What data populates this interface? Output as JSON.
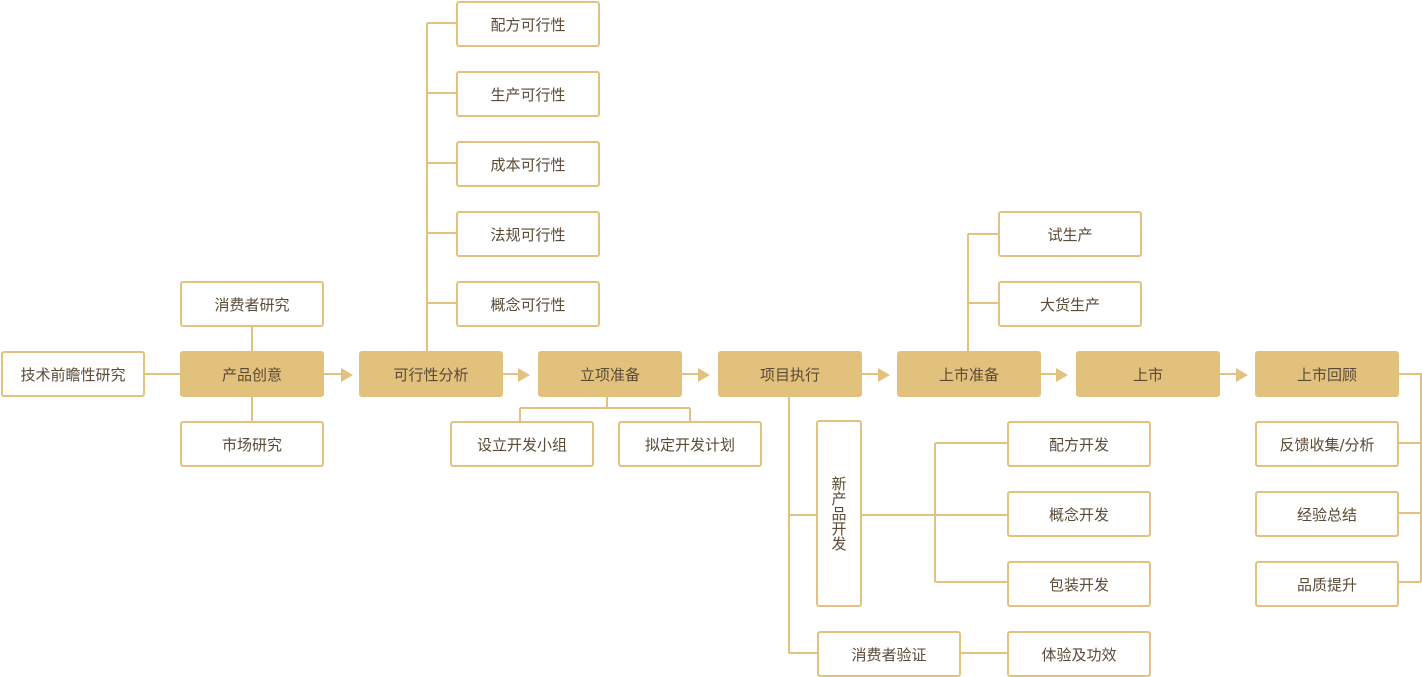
{
  "colors": {
    "line": "#e3c27f",
    "fill": "#e2c17d",
    "text": "#5a4a36"
  },
  "nodes": {
    "tech_research": "技术前瞻性研究",
    "product_idea": "产品创意",
    "consumer_research": "消费者研究",
    "market_research": "市场研究",
    "feasibility": "可行性分析",
    "formula_feas": "配方可行性",
    "production_feas": "生产可行性",
    "cost_feas": "成本可行性",
    "regulation_feas": "法规可行性",
    "concept_feas": "概念可行性",
    "project_setup": "立项准备",
    "dev_team": "设立开发小组",
    "dev_plan": "拟定开发计划",
    "execution": "项目执行",
    "new_product_dev": "新产品开发",
    "formula_dev": "配方开发",
    "concept_dev": "概念开发",
    "package_dev": "包装开发",
    "consumer_verify": "消费者验证",
    "experience": "体验及功效",
    "launch_prep": "上市准备",
    "trial_production": "试生产",
    "mass_production": "大货生产",
    "launch": "上市",
    "review": "上市回顾",
    "feedback": "反馈收集/分析",
    "experience_summary": "经验总结",
    "quality": "品质提升"
  }
}
